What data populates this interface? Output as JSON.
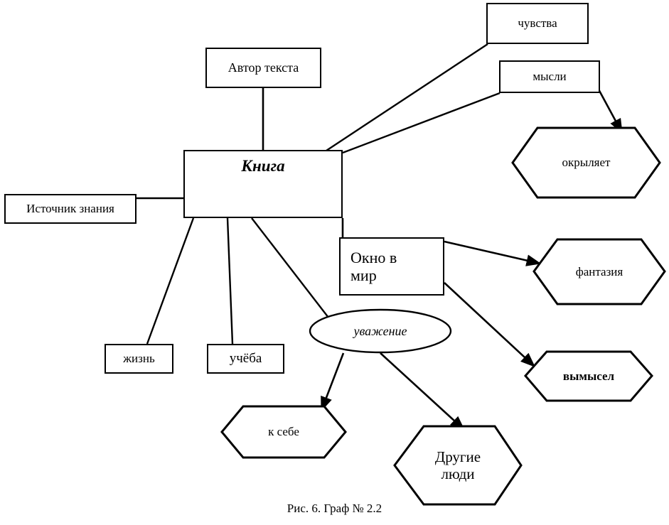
{
  "figure": {
    "caption": "Рис. 6. Граф № 2.2",
    "line_color": "#000000",
    "background": "#ffffff"
  },
  "nodes": {
    "kniga": {
      "label": "Книга",
      "shape": "rectangle"
    },
    "avtor_teksta": {
      "label": "Автор текста",
      "shape": "rectangle"
    },
    "istochnik_znaniya": {
      "label": "Источник знания",
      "shape": "rectangle"
    },
    "chuvstva": {
      "label": "чувства",
      "shape": "rectangle"
    },
    "mysli": {
      "label": "мысли",
      "shape": "rectangle"
    },
    "okno_v_mir": {
      "label": "Окно в\nмир",
      "shape": "rectangle"
    },
    "zhizn": {
      "label": "жизнь",
      "shape": "rectangle"
    },
    "ucheba": {
      "label": "учёба",
      "shape": "rectangle"
    },
    "okrylyaet": {
      "label": "окрыляет",
      "shape": "hexagon"
    },
    "fantaziya": {
      "label": "фантазия",
      "shape": "hexagon"
    },
    "vymysel": {
      "label": "вымысел",
      "shape": "hexagon"
    },
    "k_sebe": {
      "label": "к себе",
      "shape": "hexagon"
    },
    "drugie_lyudi": {
      "label": "Другие\nлюди",
      "shape": "hexagon"
    },
    "uvazhenie": {
      "label": "уважение",
      "shape": "ellipse"
    }
  },
  "edges": [
    {
      "from": "avtor_teksta",
      "to": "kniga",
      "arrow": false
    },
    {
      "from": "istochnik_znaniya",
      "to": "kniga",
      "arrow": false
    },
    {
      "from": "kniga",
      "to": "chuvstva",
      "arrow": false
    },
    {
      "from": "kniga",
      "to": "mysli",
      "arrow": false
    },
    {
      "from": "mysli",
      "to": "okrylyaet",
      "arrow": true
    },
    {
      "from": "kniga",
      "to": "okno_v_mir",
      "arrow": false
    },
    {
      "from": "okno_v_mir",
      "to": "fantaziya",
      "arrow": true
    },
    {
      "from": "okno_v_mir",
      "to": "vymysel",
      "arrow": true
    },
    {
      "from": "kniga",
      "to": "zhizn",
      "arrow": false
    },
    {
      "from": "kniga",
      "to": "ucheba",
      "arrow": false
    },
    {
      "from": "kniga",
      "to": "uvazhenie",
      "arrow": false
    },
    {
      "from": "uvazhenie",
      "to": "k_sebe",
      "arrow": true
    },
    {
      "from": "uvazhenie",
      "to": "drugie_lyudi",
      "arrow": true
    }
  ]
}
